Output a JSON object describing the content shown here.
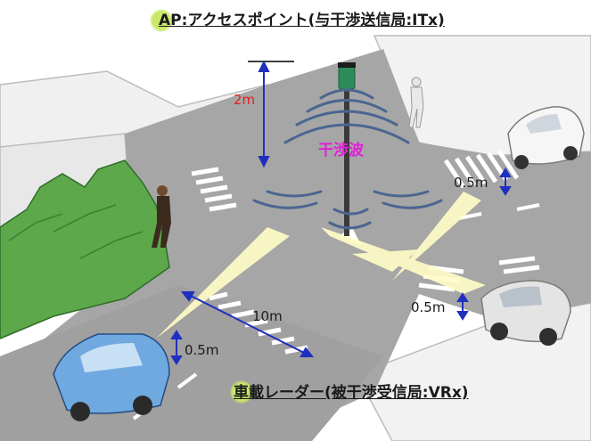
{
  "ap_title": "AP:アクセスポイント(与干渉送信局:ITx)",
  "radar_title": "車載レーダー(被干渉受信局:VRx)",
  "interference_label": "干渉波",
  "dimensions": {
    "ap_height": "2m",
    "distance": "10m",
    "radar_height_1": "0.5m",
    "radar_height_2": "0.5m",
    "radar_height_3": "0.5m"
  },
  "colors": {
    "road": "#a6a6a6",
    "sidewalk": "#f0f0f0",
    "beam": "#fffcc8",
    "interference_label": "#e020d8",
    "arrow": "#1f2fbf",
    "ap_dim_text": "#e0201f"
  }
}
